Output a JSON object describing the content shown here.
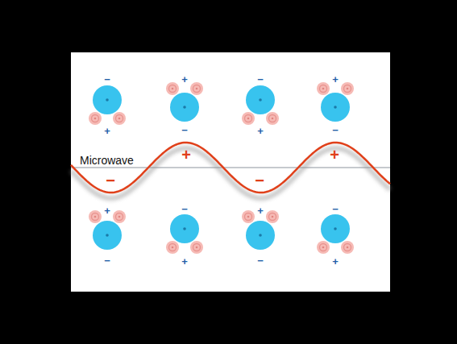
{
  "diagram": {
    "labels": [
      "Microwave",
      "−",
      "+",
      "+",
      "−",
      "−",
      "+",
      "+",
      "−",
      "−",
      "+",
      "−",
      "+",
      "+",
      "−",
      "−",
      "+",
      "+",
      "−",
      "−",
      "+"
    ]
  }
}
